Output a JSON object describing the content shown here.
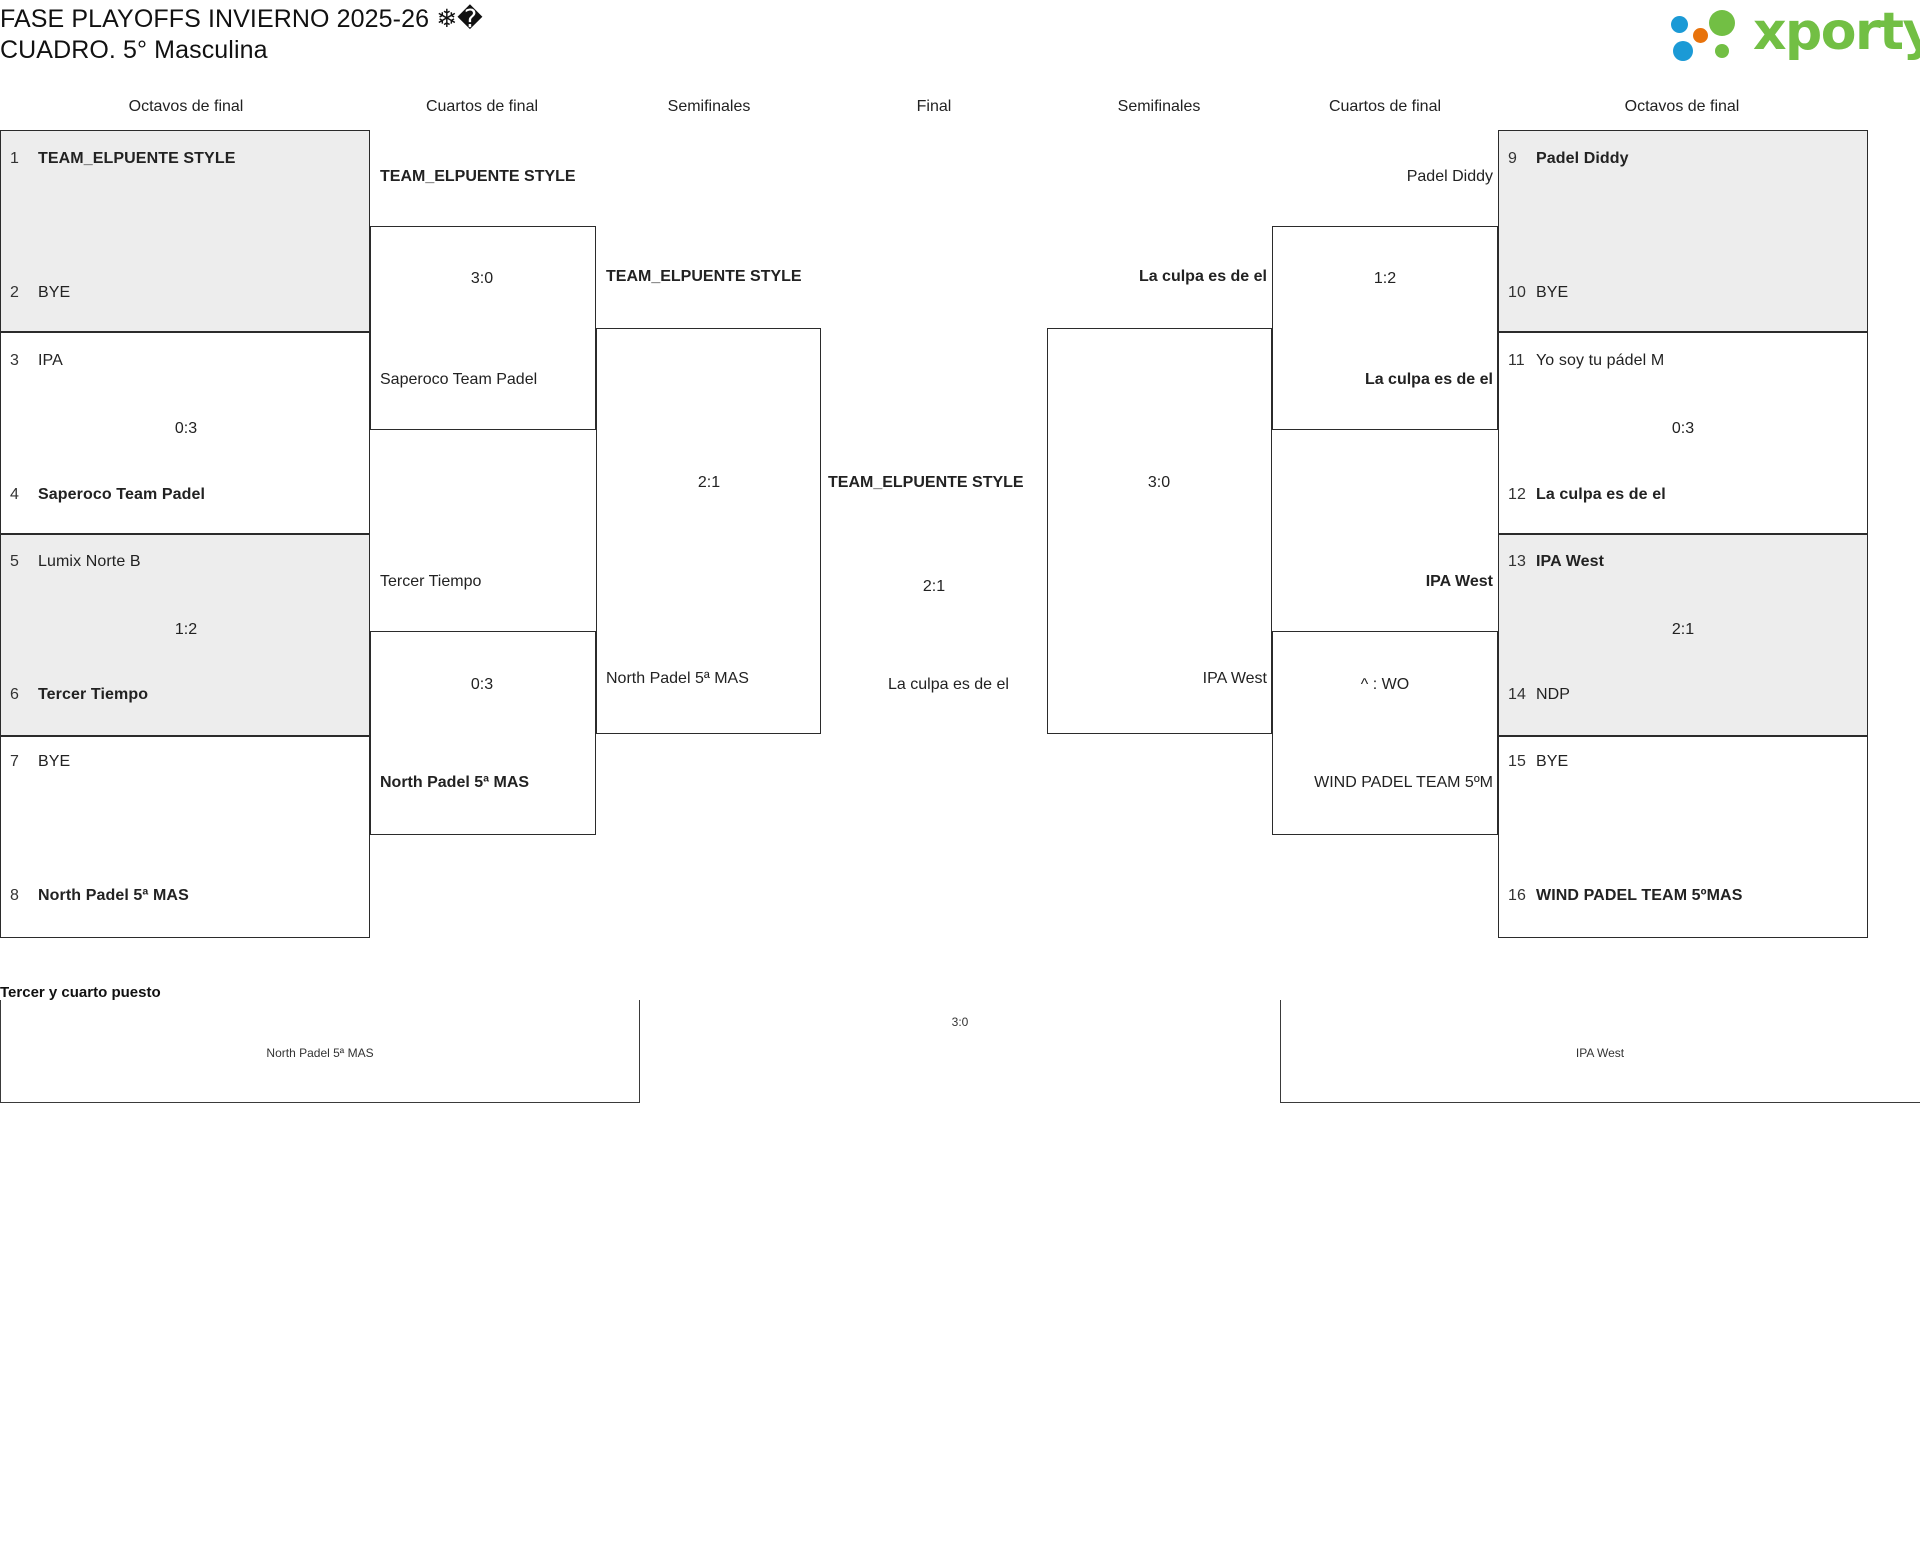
{
  "header": {
    "title_line1": "FASE PLAYOFFS INVIERNO 2025-26 ❄�",
    "title_line2": "CUADRO. 5° Masculina",
    "logo_text": "xporty"
  },
  "colors": {
    "shade": "#ededed",
    "border": "#2b2b2b",
    "logo_green": "#72bf44",
    "logo_blue": "#1b9ad6",
    "logo_orange": "#e8730c"
  },
  "round_headers": {
    "r16_left": "Octavos de final",
    "qf_left": "Cuartos de final",
    "sf_left": "Semifinales",
    "final": "Final",
    "sf_right": "Semifinales",
    "qf_right": "Cuartos de final",
    "r16_right": "Octavos de final"
  },
  "left": {
    "r16": [
      {
        "seeds": [
          "1",
          "2"
        ],
        "teams": [
          "TEAM_ELPUENTE STYLE",
          "BYE"
        ],
        "winner": 0,
        "score": "",
        "shaded": true
      },
      {
        "seeds": [
          "3",
          "4"
        ],
        "teams": [
          "IPA",
          "Saperoco Team Padel"
        ],
        "winner": 1,
        "score": "0:3",
        "shaded": false
      },
      {
        "seeds": [
          "5",
          "6"
        ],
        "teams": [
          "Lumix Norte B",
          "Tercer Tiempo"
        ],
        "winner": 1,
        "score": "1:2",
        "shaded": true
      },
      {
        "seeds": [
          "7",
          "8"
        ],
        "teams": [
          "BYE",
          "North Padel 5ª MAS"
        ],
        "winner": 1,
        "score": "",
        "shaded": false
      }
    ],
    "qf": [
      {
        "teams": [
          "TEAM_ELPUENTE STYLE",
          "Saperoco Team Padel"
        ],
        "winner": 0,
        "score": "3:0"
      },
      {
        "teams": [
          "Tercer Tiempo",
          "North Padel 5ª MAS"
        ],
        "winner": 1,
        "score": "0:3"
      }
    ],
    "sf": [
      {
        "teams": [
          "TEAM_ELPUENTE STYLE",
          "North Padel 5ª MAS"
        ],
        "winner": 0,
        "score": "2:1"
      }
    ]
  },
  "final": {
    "teams": [
      "TEAM_ELPUENTE STYLE",
      "La culpa es de el"
    ],
    "winner": 0,
    "score": "2:1"
  },
  "right": {
    "r16": [
      {
        "seeds": [
          "9",
          "10"
        ],
        "teams": [
          "Padel Diddy",
          "BYE"
        ],
        "winner": 0,
        "score": "",
        "shaded": true
      },
      {
        "seeds": [
          "11",
          "12"
        ],
        "teams": [
          "Yo soy tu pádel M",
          "La culpa es de el"
        ],
        "winner": 1,
        "score": "0:3",
        "shaded": false
      },
      {
        "seeds": [
          "13",
          "14"
        ],
        "teams": [
          "IPA West",
          "NDP"
        ],
        "winner": 0,
        "score": "2:1",
        "shaded": true
      },
      {
        "seeds": [
          "15",
          "16"
        ],
        "teams": [
          "BYE",
          "WIND PADEL TEAM 5ºMAS"
        ],
        "winner": 1,
        "score": "",
        "shaded": false
      }
    ],
    "qf": [
      {
        "teams": [
          "Padel Diddy",
          "La culpa es de el"
        ],
        "winner": 1,
        "score": "1:2"
      },
      {
        "teams": [
          "IPA West",
          "WIND PADEL TEAM 5ºM"
        ],
        "winner": 0,
        "score": "^ : WO"
      }
    ],
    "sf": [
      {
        "teams": [
          "La culpa es de el",
          "IPA West"
        ],
        "winner": 0,
        "score": "3:0"
      }
    ]
  },
  "third_place": {
    "title": "Tercer y cuarto puesto",
    "team_left": "North Padel 5ª MAS",
    "team_right": "IPA West",
    "score": "3:0"
  }
}
